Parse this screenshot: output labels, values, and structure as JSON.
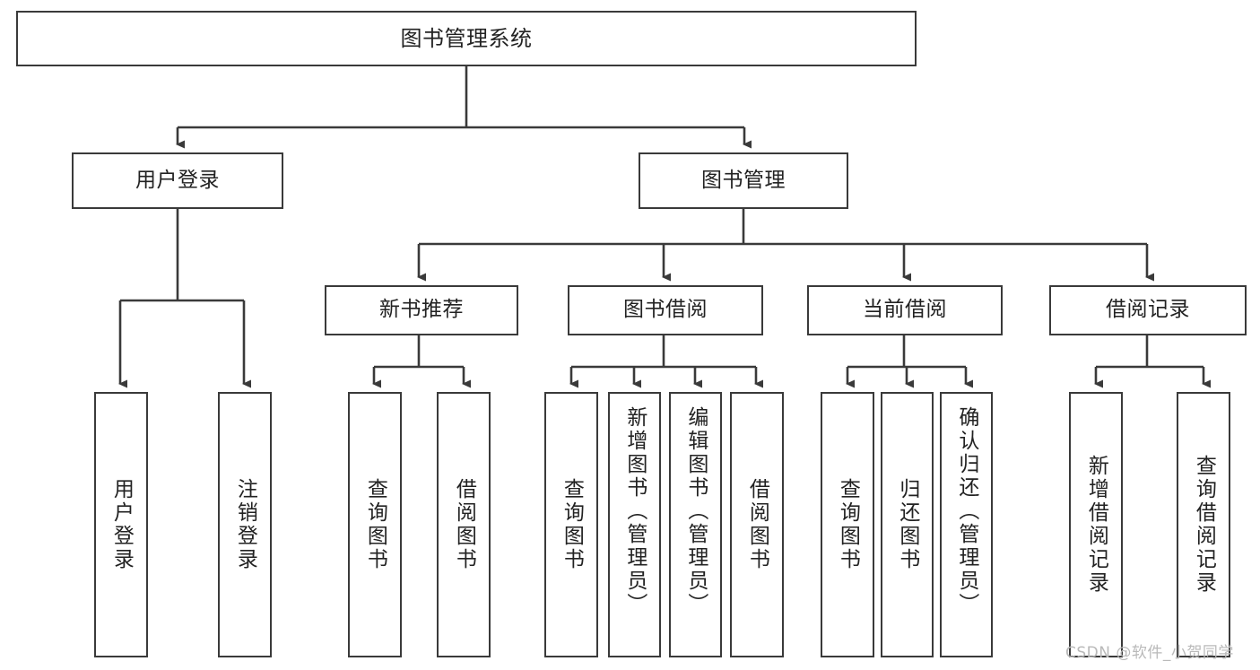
{
  "diagram": {
    "title_node": {
      "id": "root",
      "label": "图书管理系统"
    },
    "level2": [
      {
        "id": "user-login",
        "label": "用户登录"
      },
      {
        "id": "book-management",
        "label": "图书管理"
      }
    ],
    "level3": [
      {
        "id": "new-book-recommend",
        "label": "新书推荐"
      },
      {
        "id": "book-borrow",
        "label": "图书借阅"
      },
      {
        "id": "current-borrow",
        "label": "当前借阅"
      },
      {
        "id": "borrow-record",
        "label": "借阅记录"
      }
    ],
    "leaves": {
      "user_login": [
        {
          "id": "leaf-user-login",
          "label": "用户登录"
        },
        {
          "id": "leaf-logout-login",
          "label": "注销登录"
        }
      ],
      "new_book_recommend": [
        {
          "id": "leaf-query-book-1",
          "label": "查询图书"
        },
        {
          "id": "leaf-borrow-book-1",
          "label": "借阅图书"
        }
      ],
      "book_borrow": [
        {
          "id": "leaf-query-book-2",
          "label": "查询图书"
        },
        {
          "id": "leaf-add-book",
          "label": "新增图书（管理员）"
        },
        {
          "id": "leaf-edit-book",
          "label": "编辑图书（管理员）"
        },
        {
          "id": "leaf-borrow-book-2",
          "label": "借阅图书"
        }
      ],
      "current_borrow": [
        {
          "id": "leaf-query-book-3",
          "label": "查询图书"
        },
        {
          "id": "leaf-return-book",
          "label": "归还图书"
        },
        {
          "id": "leaf-confirm-return",
          "label": "确认归还（管理员）"
        }
      ],
      "borrow_record": [
        {
          "id": "leaf-add-record",
          "label": "新增借阅记录"
        },
        {
          "id": "leaf-query-record",
          "label": "查询借阅记录"
        }
      ]
    }
  },
  "watermark": {
    "text": "CSDN @软件_小贺同学"
  },
  "colors": {
    "border": "#3a3a3a",
    "text": "#222222",
    "background": "#ffffff",
    "watermark": "#b9b9b9"
  }
}
